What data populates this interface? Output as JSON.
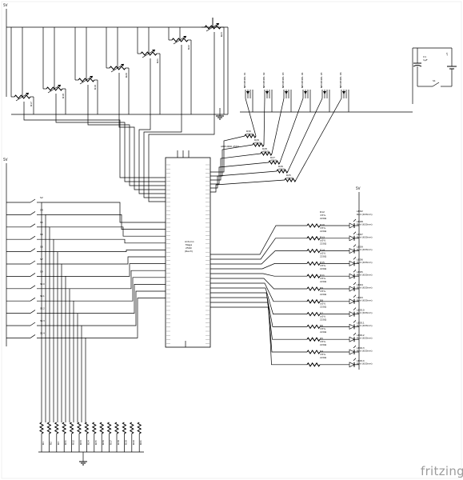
{
  "brand": "fritzing",
  "power_left": "5V",
  "power_top": "5V",
  "power_right": "+5",
  "power_leds": "5V",
  "mcu": {
    "line1": "Arduino",
    "line2": "Mega",
    "line3": "2560",
    "line4": "(Rev3)"
  },
  "arduino_label": "ARDUINO 2560",
  "pots": [
    "R17",
    "R18",
    "R19",
    "R20",
    "R21",
    "R22",
    "R23"
  ],
  "neopixels": [
    {
      "name": "NEOPIXEL 01",
      "res": "R30",
      "val": "470Ω"
    },
    {
      "name": "NEOPIXEL 02",
      "res": "R29",
      "val": "470Ω"
    },
    {
      "name": "NEOPIXEL 03",
      "res": "R28",
      "val": "470Ω"
    },
    {
      "name": "NEOPIXEL 04",
      "res": "R27",
      "val": "470Ω"
    },
    {
      "name": "NEOPIXEL 05",
      "res": "R26",
      "val": "470Ω"
    },
    {
      "name": "NEOPIXEL 06",
      "res": "R25",
      "val": "470Ω"
    }
  ],
  "cap": {
    "name": "C1",
    "val": "1µF"
  },
  "switch_right": "S1",
  "switches": [
    "S2",
    "S4",
    "S5",
    "S6",
    "S8",
    "S7",
    "S9",
    "S10",
    "S11",
    "S12",
    "S13",
    "S14"
  ],
  "led_top": {
    "name": "LED2",
    "color": "Red (633nm)"
  },
  "leds": [
    {
      "led": "LED8",
      "res": "R12",
      "val": "220Ω",
      "tol": "±5%",
      "color": "Red (633nm)"
    },
    {
      "led": "LED7",
      "res": "R10",
      "val": "220Ω",
      "tol": "±5%",
      "color": "Red (633nm)"
    },
    {
      "led": "LED9",
      "res": "R13",
      "val": "220Ω",
      "tol": "±5%",
      "color": "Red (633nm)"
    },
    {
      "led": "LED6",
      "res": "R14",
      "val": "220Ω",
      "tol": "±5%",
      "color": "Red (633nm)"
    },
    {
      "led": "LED5",
      "res": "R15",
      "val": "220Ω",
      "tol": "±5%",
      "color": "Red (633nm)"
    },
    {
      "led": "LED4",
      "res": "R11",
      "val": "220Ω",
      "tol": "±5%",
      "color": "Red (633nm)"
    },
    {
      "led": "LED3",
      "res": "R9",
      "val": "220Ω",
      "tol": "±5%",
      "color": "Red (633nm)"
    },
    {
      "led": "LED10",
      "res": "R8",
      "val": "220Ω",
      "tol": "±5%",
      "color": "Red (633nm)"
    },
    {
      "led": "LED11",
      "res": "R7",
      "val": "220Ω",
      "tol": "±5%",
      "color": "Red (633nm)"
    },
    {
      "led": "LED12",
      "res": "R6",
      "val": "220Ω",
      "tol": "±5%",
      "color": "Red (633nm)"
    },
    {
      "led": "LED13",
      "res": "R5",
      "val": "220Ω",
      "tol": "±5%",
      "color": "Red (633nm)"
    },
    {
      "led": "LED14",
      "res": "R4",
      "val": "220Ω",
      "tol": "±5%",
      "color": "Red (633nm)"
    }
  ],
  "pulldowns": [
    "R1",
    "R2",
    "R3",
    "R31",
    "R32",
    "R33",
    "R34",
    "R35",
    "R36",
    "R37",
    "R38",
    "R39",
    "R40",
    "R41"
  ]
}
